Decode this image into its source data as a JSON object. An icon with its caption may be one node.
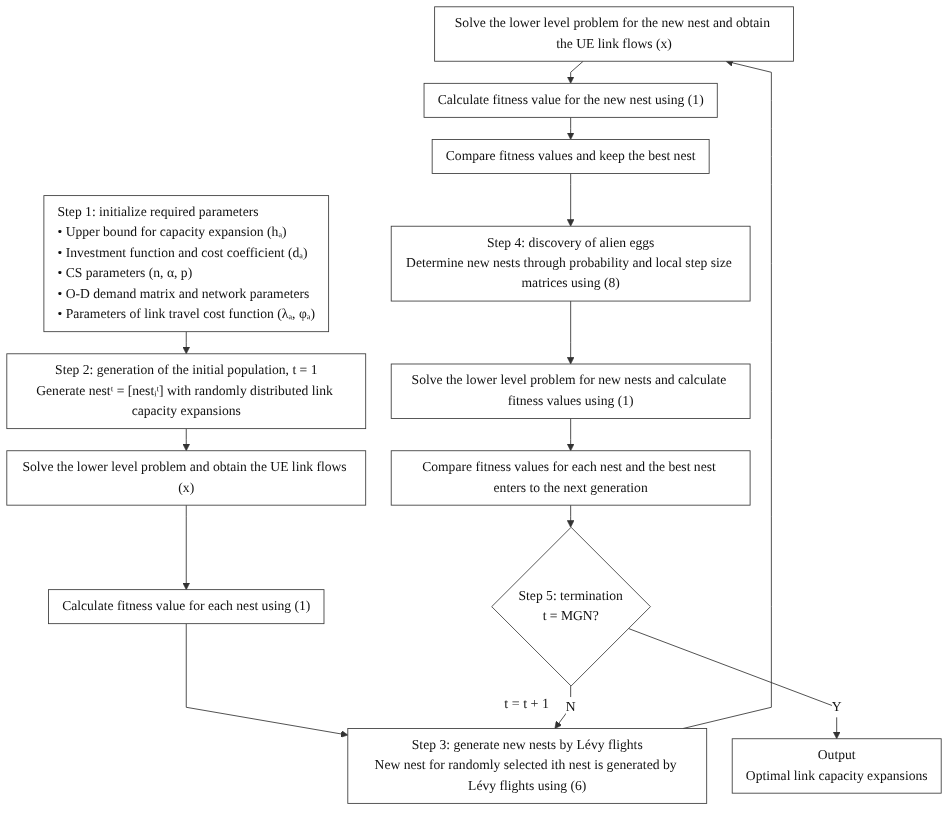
{
  "diagram": {
    "nodes": [
      {
        "text": [
          "Step 1: initialize required parameters",
          "• Upper bound for capacity expansion (hₐ)",
          "• Investment function and cost coefficient (dₐ)",
          "• CS parameters (n, α, p)",
          "• O-D demand matrix and network parameters",
          "• Parameters of link travel cost function (λₐ, φₐ)"
        ]
      },
      {
        "text": [
          "Step 2: generation of the initial population, t = 1",
          "Generate nestᵗ = [nestᵢᵗ] with randomly distributed link capacity expansions"
        ]
      },
      {
        "text": [
          "Solve the lower level problem and obtain the UE link flows (x)"
        ]
      },
      {
        "text": [
          "Calculate fitness value for each nest using (1)"
        ]
      },
      {
        "text": [
          "Step 3: generate new nests by Lévy flights",
          "New nest for randomly selected ith nest is generated by Lévy flights using (6)"
        ]
      },
      {
        "text": [
          "Solve the lower level problem for the new nest and obtain the UE link flows (x)"
        ]
      },
      {
        "text": [
          "Calculate fitness value for the new nest using (1)"
        ]
      },
      {
        "text": [
          "Compare fitness values and keep the best nest"
        ]
      },
      {
        "text": [
          "Step 4: discovery of alien eggs",
          "Determine new nests through probability and local step size matrices using (8)"
        ]
      },
      {
        "text": [
          "Solve the lower level problem for new nests and calculate fitness values using (1)"
        ]
      },
      {
        "text": [
          "Compare fitness values for each nest and the best nest enters to the next generation"
        ]
      },
      {
        "text": [
          "Step 5: termination",
          "t = MGN?"
        ]
      },
      {
        "text": [
          "Output",
          "Optimal link capacity expansions"
        ]
      }
    ],
    "edges": [
      {
        "from": 0,
        "to": 1,
        "arrow": "to"
      },
      {
        "from": 1,
        "to": 2,
        "arrow": "to"
      },
      {
        "from": 2,
        "to": 3,
        "arrow": "to"
      },
      {
        "from": 3,
        "to": 4,
        "arrow": "to"
      },
      {
        "from": 4,
        "to": 5,
        "arrow": "to"
      },
      {
        "from": 5,
        "to": 6,
        "arrow": "to"
      },
      {
        "from": 6,
        "to": 7,
        "arrow": "to"
      },
      {
        "from": 7,
        "to": 8,
        "arrow": "to"
      },
      {
        "from": 8,
        "to": 9,
        "arrow": "to"
      },
      {
        "from": 9,
        "to": 10,
        "arrow": "to"
      },
      {
        "from": 10,
        "to": 11,
        "arrow": "to"
      },
      {
        "from": 11,
        "to": 4,
        "arrow": "to",
        "label": "N"
      },
      {
        "from": 11,
        "to": 12,
        "arrow": "to",
        "label": "Y"
      }
    ],
    "labels": [
      "t = t + 1"
    ]
  }
}
